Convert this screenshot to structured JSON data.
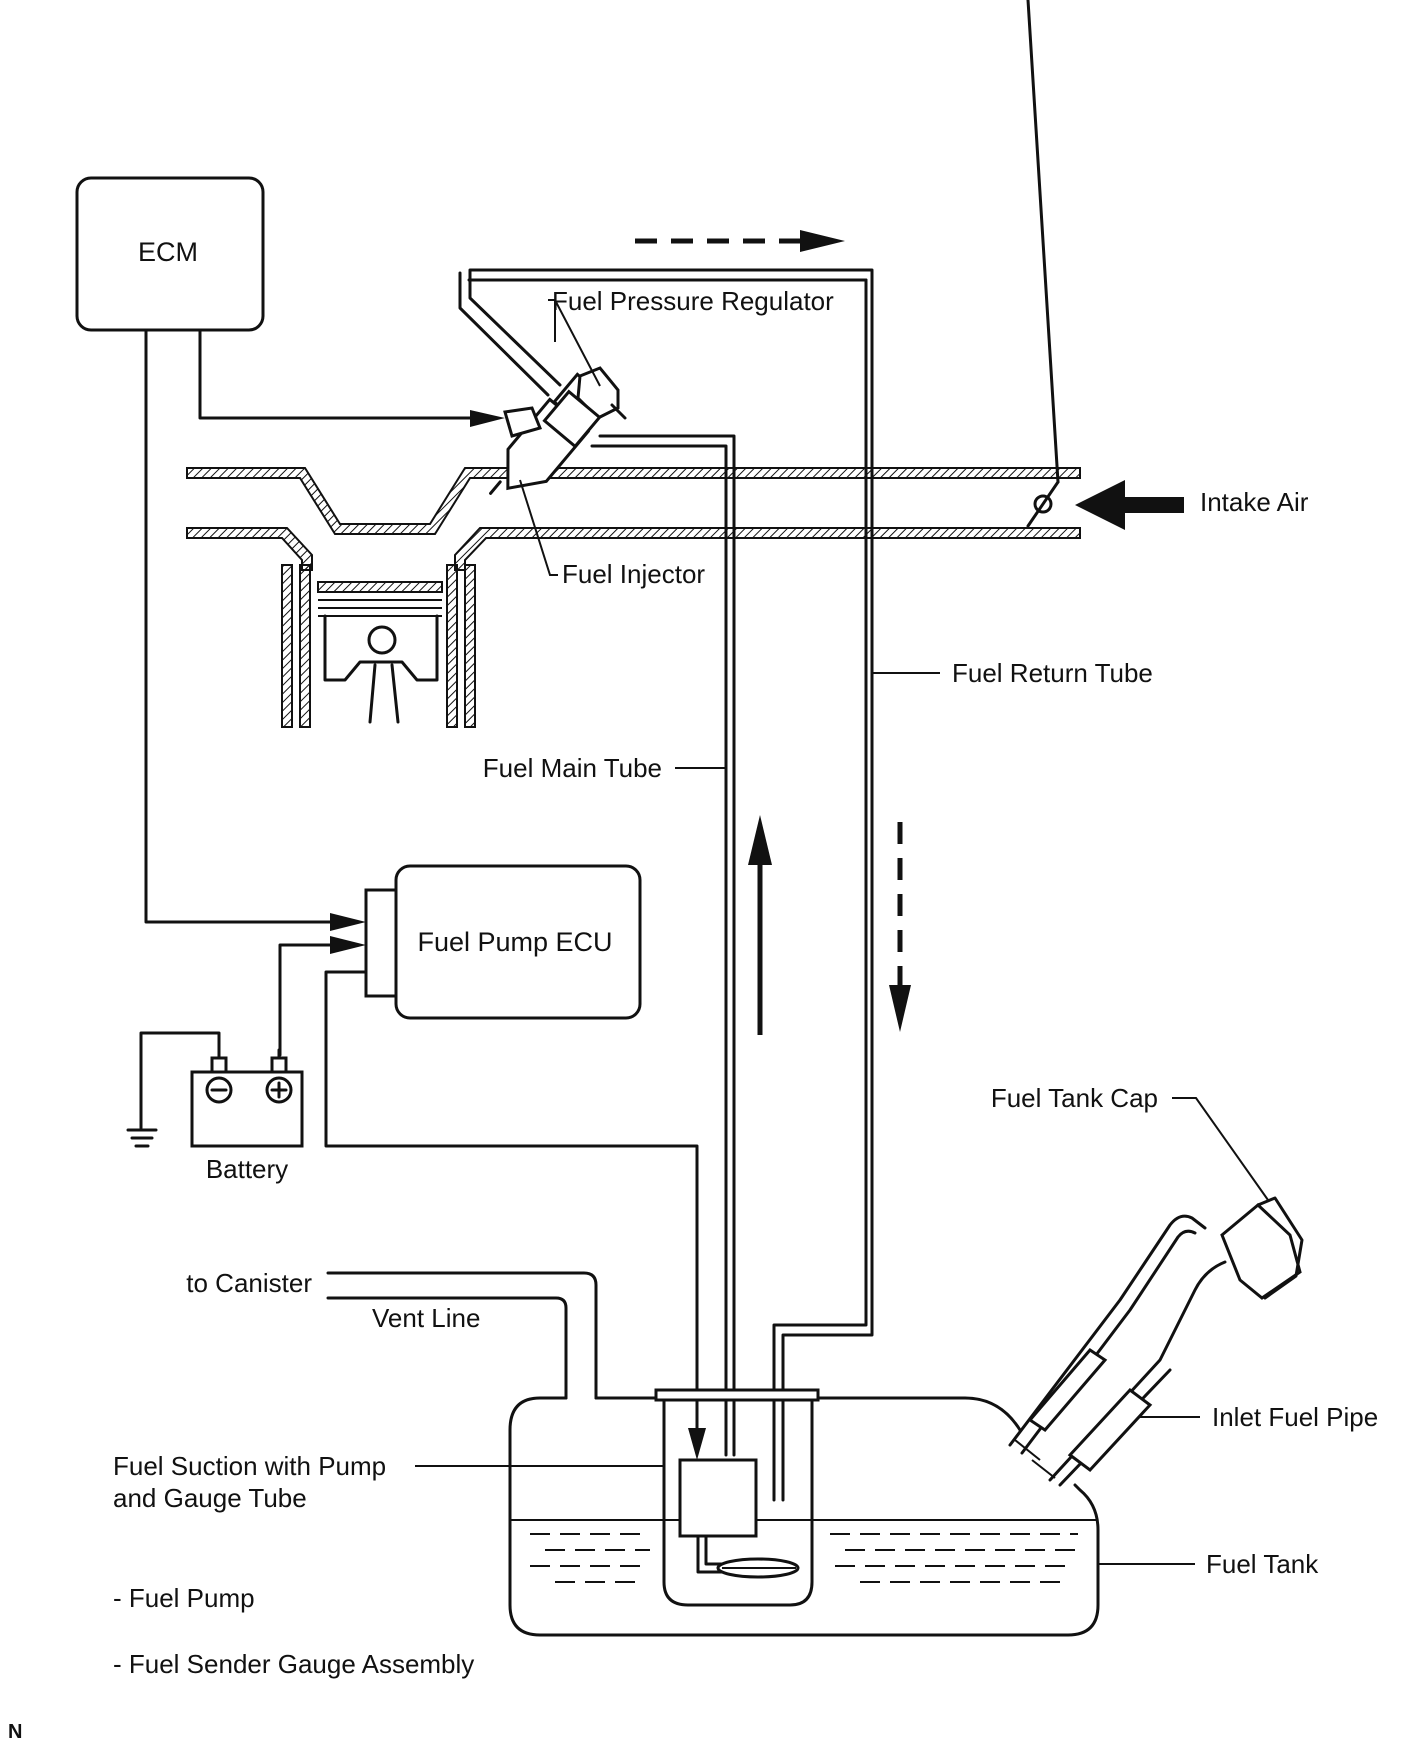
{
  "labels": {
    "ecm": "ECM",
    "fuel_pressure_regulator": "Fuel Pressure Regulator",
    "fuel_injector": "Fuel Injector",
    "intake_air": "Intake Air",
    "fuel_return_tube": "Fuel Return Tube",
    "fuel_main_tube": "Fuel Main Tube",
    "fuel_pump_ecu": "Fuel Pump ECU",
    "battery": "Battery",
    "fuel_tank_cap": "Fuel Tank Cap",
    "to_canister": "to Canister",
    "vent_line": "Vent Line",
    "inlet_fuel_pipe": "Inlet Fuel Pipe",
    "fuel_suction_line1": "Fuel Suction with Pump",
    "fuel_suction_line2": "and Gauge Tube",
    "fuel_tank": "Fuel Tank",
    "fuel_pump": "- Fuel Pump",
    "fuel_sender_gauge": "- Fuel Sender Gauge Assembly",
    "corner_mark": "N"
  },
  "symbols": {
    "battery_negative": "minus-terminal",
    "battery_positive": "plus-terminal",
    "ground": "ground-symbol"
  },
  "colors": {
    "line": "#111111",
    "background": "#ffffff"
  }
}
